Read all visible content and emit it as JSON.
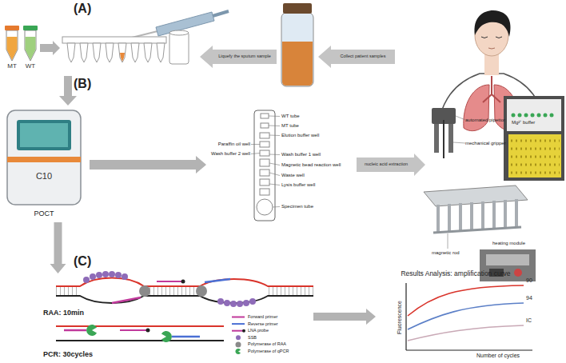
{
  "diagram": {
    "nodes": [
      {
        "text": [
          "MT"
        ]
      },
      {
        "text": [
          "WT"
        ]
      },
      {
        "text": [
          "C10",
          "POCT"
        ]
      },
      {
        "text": [
          "RAA: 10min",
          "PCR: 30cycles"
        ]
      },
      {
        "text": [
          "Results Analysis: amplification curve"
        ]
      }
    ],
    "edges": [
      {
        "from": 2,
        "to": 3,
        "arrow": "to"
      },
      {
        "from": 3,
        "to": 4,
        "arrow": "to"
      }
    ],
    "labels": [
      "(A)",
      "Liquefy the sputum sample",
      "Collect patient samples",
      "(B)",
      "WT tube",
      "MT tube",
      "Elution buffer well",
      "Paraffin oil well",
      "Wash buffer 2 well",
      "Wash buffer 1 well",
      "Magnetic bead reaction well",
      "Waste well",
      "Lysis buffer well",
      "Specimen tube",
      "nucleic acid extraction",
      "automated pipettor",
      "mechanical gripper",
      "Mg²⁺ buffer",
      "magnetic rod",
      "heating module",
      "(C)",
      "Fluorescence",
      "Number of cycles",
      "90",
      "94",
      "IC"
    ],
    "legend": [
      {
        "text": "Forward primer"
      },
      {
        "text": "Reverse primer"
      },
      {
        "text": "LNA probe"
      },
      {
        "text": "SSB"
      },
      {
        "text": "Polymerase of RAA"
      },
      {
        "text": "Polymerase of qPCR"
      }
    ]
  }
}
